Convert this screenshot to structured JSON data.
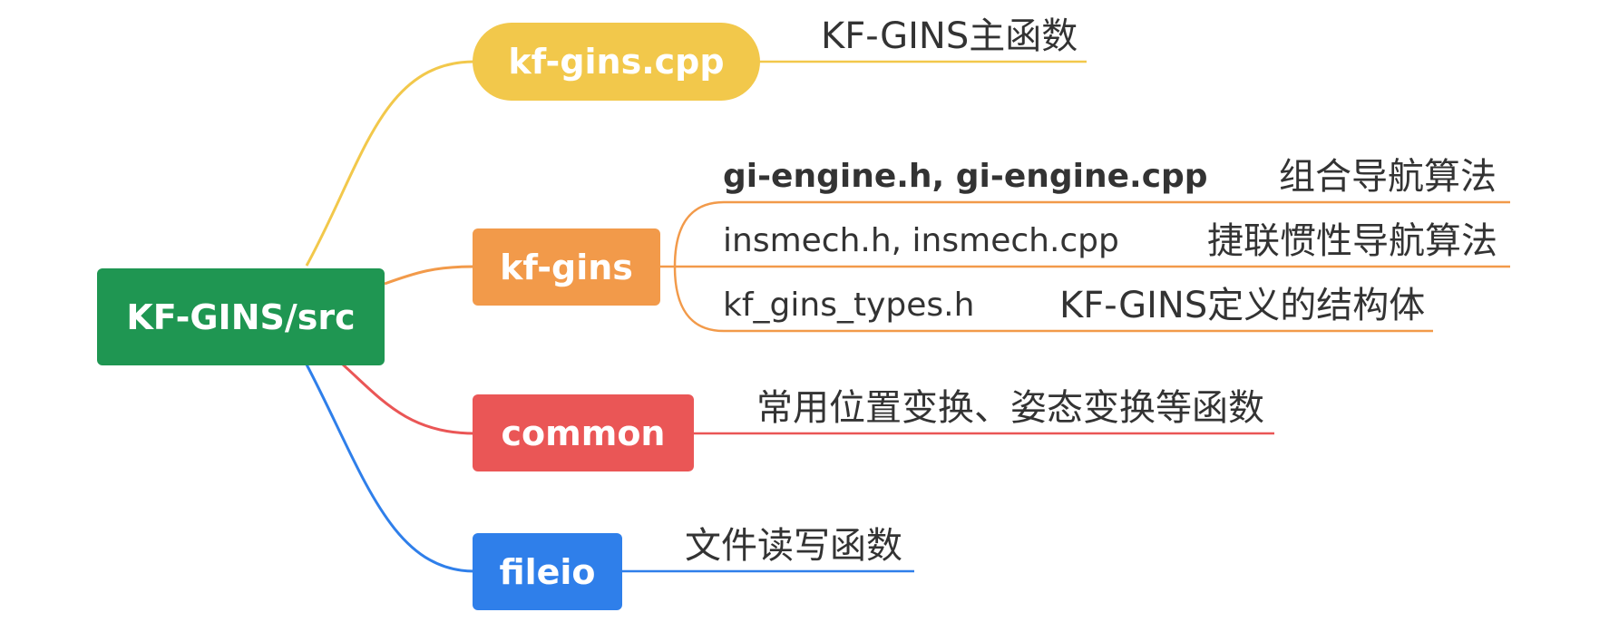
{
  "root": {
    "label": "KF-GINS/src",
    "color": "#1f9652"
  },
  "branches": [
    {
      "id": "kfgins-cpp",
      "label": "kf-gins.cpp",
      "color": "#f2c84b",
      "items": [
        {
          "file": "",
          "desc": "KF-GINS主函数"
        }
      ]
    },
    {
      "id": "kf-gins",
      "label": "kf-gins",
      "color": "#f29a4a",
      "items": [
        {
          "file": "gi-engine.h, gi-engine.cpp",
          "desc": "组合导航算法"
        },
        {
          "file": "insmech.h, insmech.cpp",
          "desc": "捷联惯性导航算法"
        },
        {
          "file": "kf_gins_types.h",
          "desc": "KF-GINS定义的结构体"
        }
      ]
    },
    {
      "id": "common",
      "label": "common",
      "color": "#ea5656",
      "items": [
        {
          "file": "",
          "desc": "常用位置变换、姿态变换等函数"
        }
      ]
    },
    {
      "id": "fileio",
      "label": "fileio",
      "color": "#2f7fea",
      "items": [
        {
          "file": "",
          "desc": "文件读写函数"
        }
      ]
    }
  ]
}
